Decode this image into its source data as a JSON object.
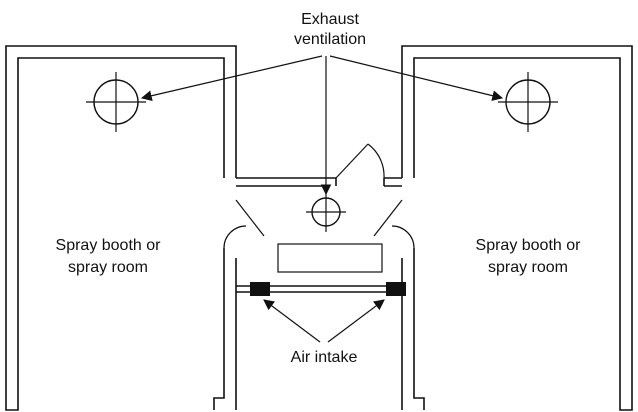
{
  "labels": {
    "exhaust_line1": "Exhaust",
    "exhaust_line2": "ventilation",
    "left_booth_line1": "Spray booth or",
    "left_booth_line2": "spray room",
    "right_booth_line1": "Spray booth or",
    "right_booth_line2": "spray room",
    "air_intake": "Air intake"
  },
  "icons": {
    "exhaust_fan": "circle-crosshair-icon",
    "air_intake": "filter-block-icon"
  },
  "colors": {
    "line": "#111111",
    "filter": "#111111",
    "background": "#ffffff"
  }
}
